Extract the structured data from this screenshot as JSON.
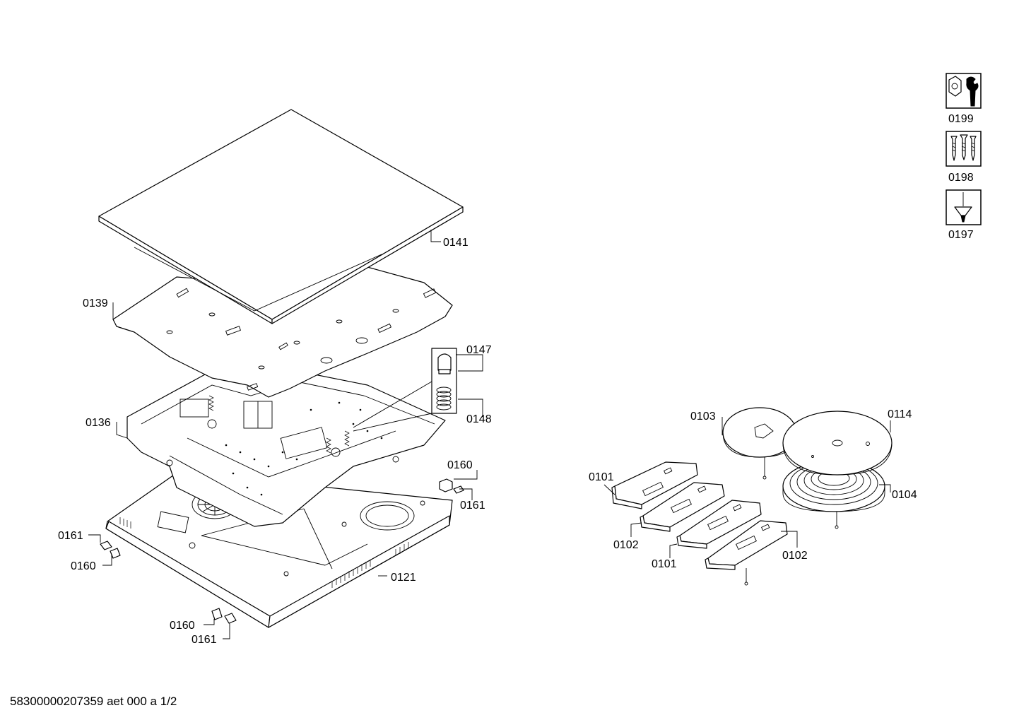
{
  "labels": {
    "p0141": "0141",
    "p0139": "0139",
    "p0147": "0147",
    "p0148": "0148",
    "p0136": "0136",
    "p0160_a": "0160",
    "p0161_a": "0161",
    "p0161_b": "0161",
    "p0160_b": "0160",
    "p0121": "0121",
    "p0160_c": "0160",
    "p0161_c": "0161",
    "p0103": "0103",
    "p0114": "0114",
    "p0101_a": "0101",
    "p0104": "0104",
    "p0102_a": "0102",
    "p0101_b": "0101",
    "p0102_b": "0102",
    "p0199": "0199",
    "p0198": "0198",
    "p0197": "0197"
  },
  "tools": [
    {
      "id": "0199",
      "icon": "wrench-nut-icon"
    },
    {
      "id": "0198",
      "icon": "screws-icon"
    },
    {
      "id": "0197",
      "icon": "screwdriver-icon"
    }
  ],
  "footer": "58300000207359 aet 000 a 1/2"
}
